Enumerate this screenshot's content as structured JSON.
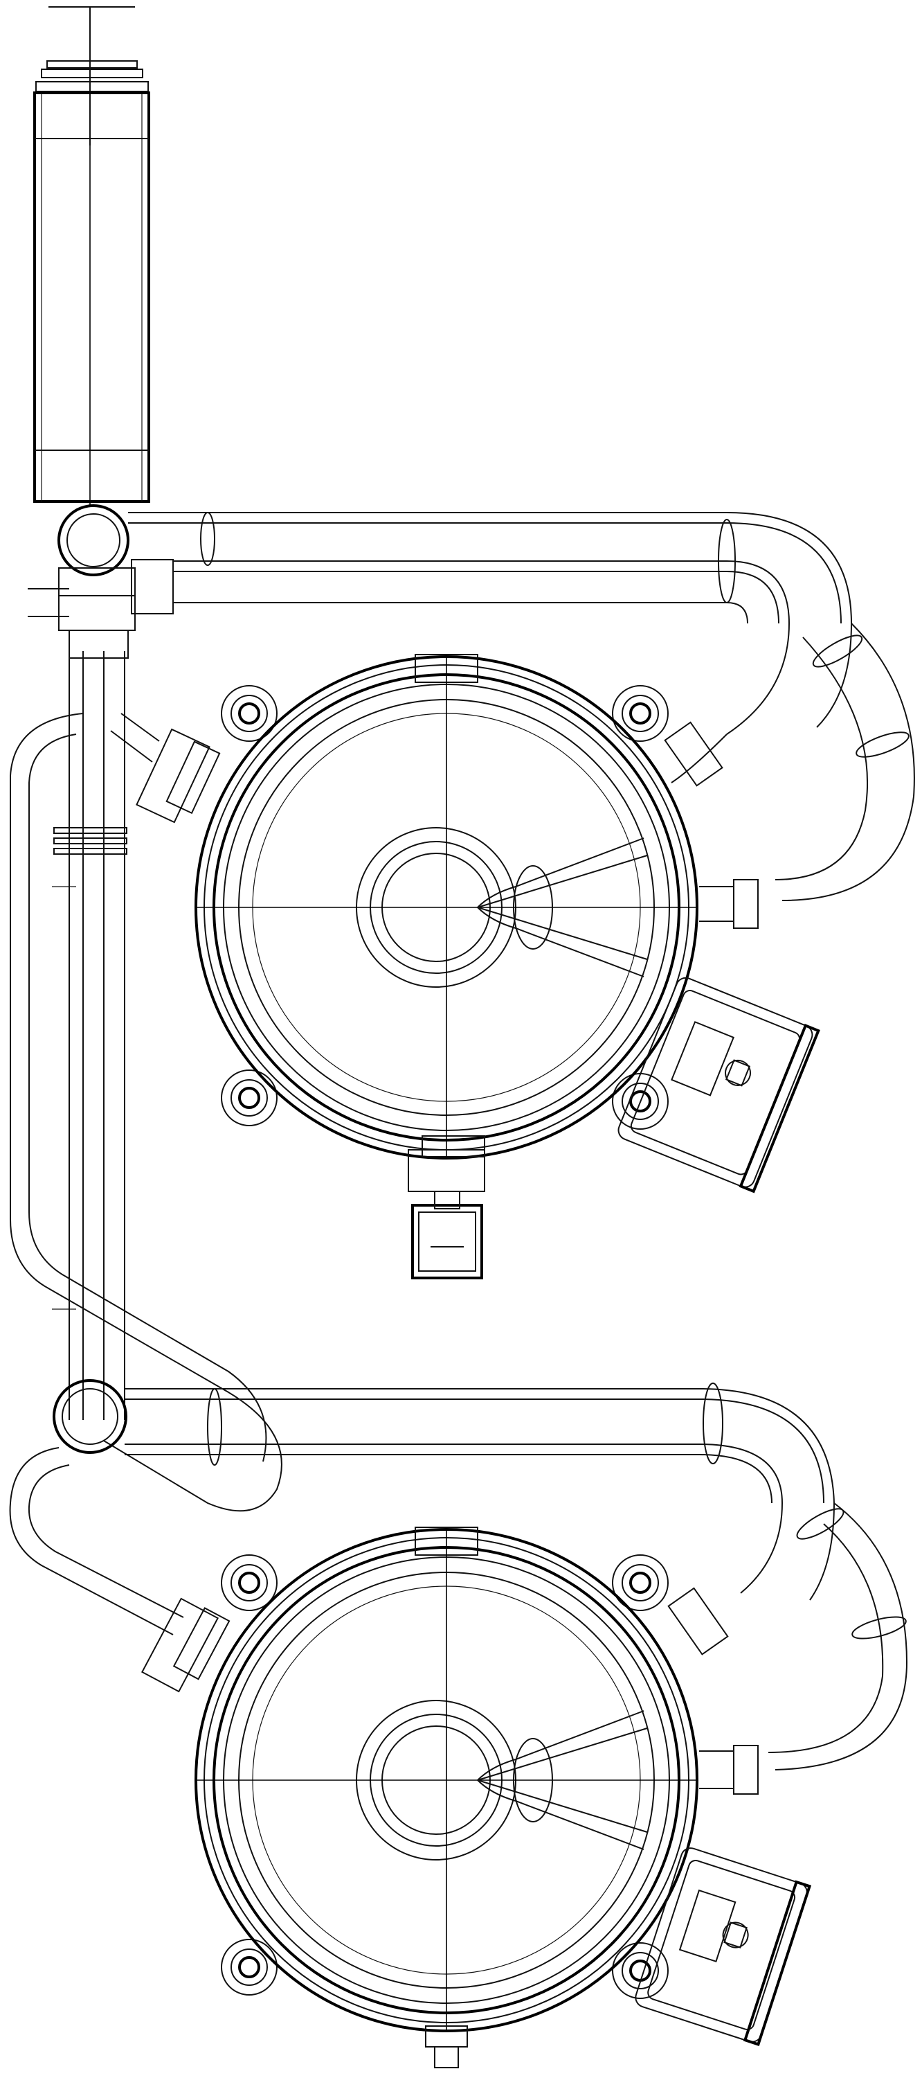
{
  "drawing": {
    "style": "technical line drawing",
    "colors": {
      "background": "#ffffff",
      "line": "#111111"
    },
    "units": [
      {
        "id": "upper-unit",
        "label": ""
      },
      {
        "id": "lower-unit",
        "label": ""
      }
    ]
  }
}
